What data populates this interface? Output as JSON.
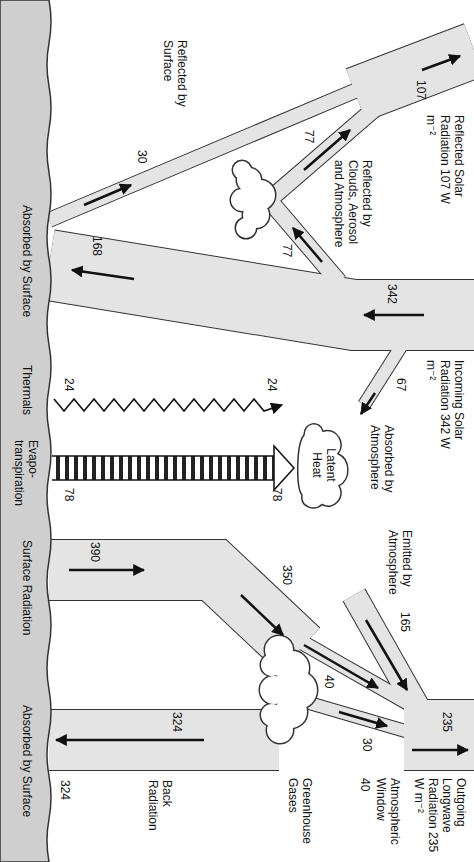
{
  "diagram": {
    "nodes": [
      {
        "text": [
          "Latent Heat"
        ]
      }
    ],
    "labels": [
      "107",
      "Reflected Solar Radiation 107 W m⁻²",
      "Reflected by Clouds, Aerosol and Atmosphere",
      "77",
      "77",
      "Reflected by Surface",
      "30",
      "342",
      "Incoming Solar Radiation 342 W m⁻²",
      "67",
      "Absorbed by Atmosphere",
      "78",
      "24",
      "168",
      "Absorbed by Surface",
      "24",
      "Thermals",
      "78",
      "Evapo-transpiration",
      "Emitted by Atmosphere",
      "165",
      "350",
      "40",
      "30",
      "235",
      "Outgoing Longwave Radiation 235 W m⁻²",
      "Atmospheric Window",
      "40",
      "Greenhouse Gases",
      "390",
      "Surface Radiation",
      "324",
      "Back Radiation",
      "324",
      "Absorbed by Surface"
    ]
  }
}
